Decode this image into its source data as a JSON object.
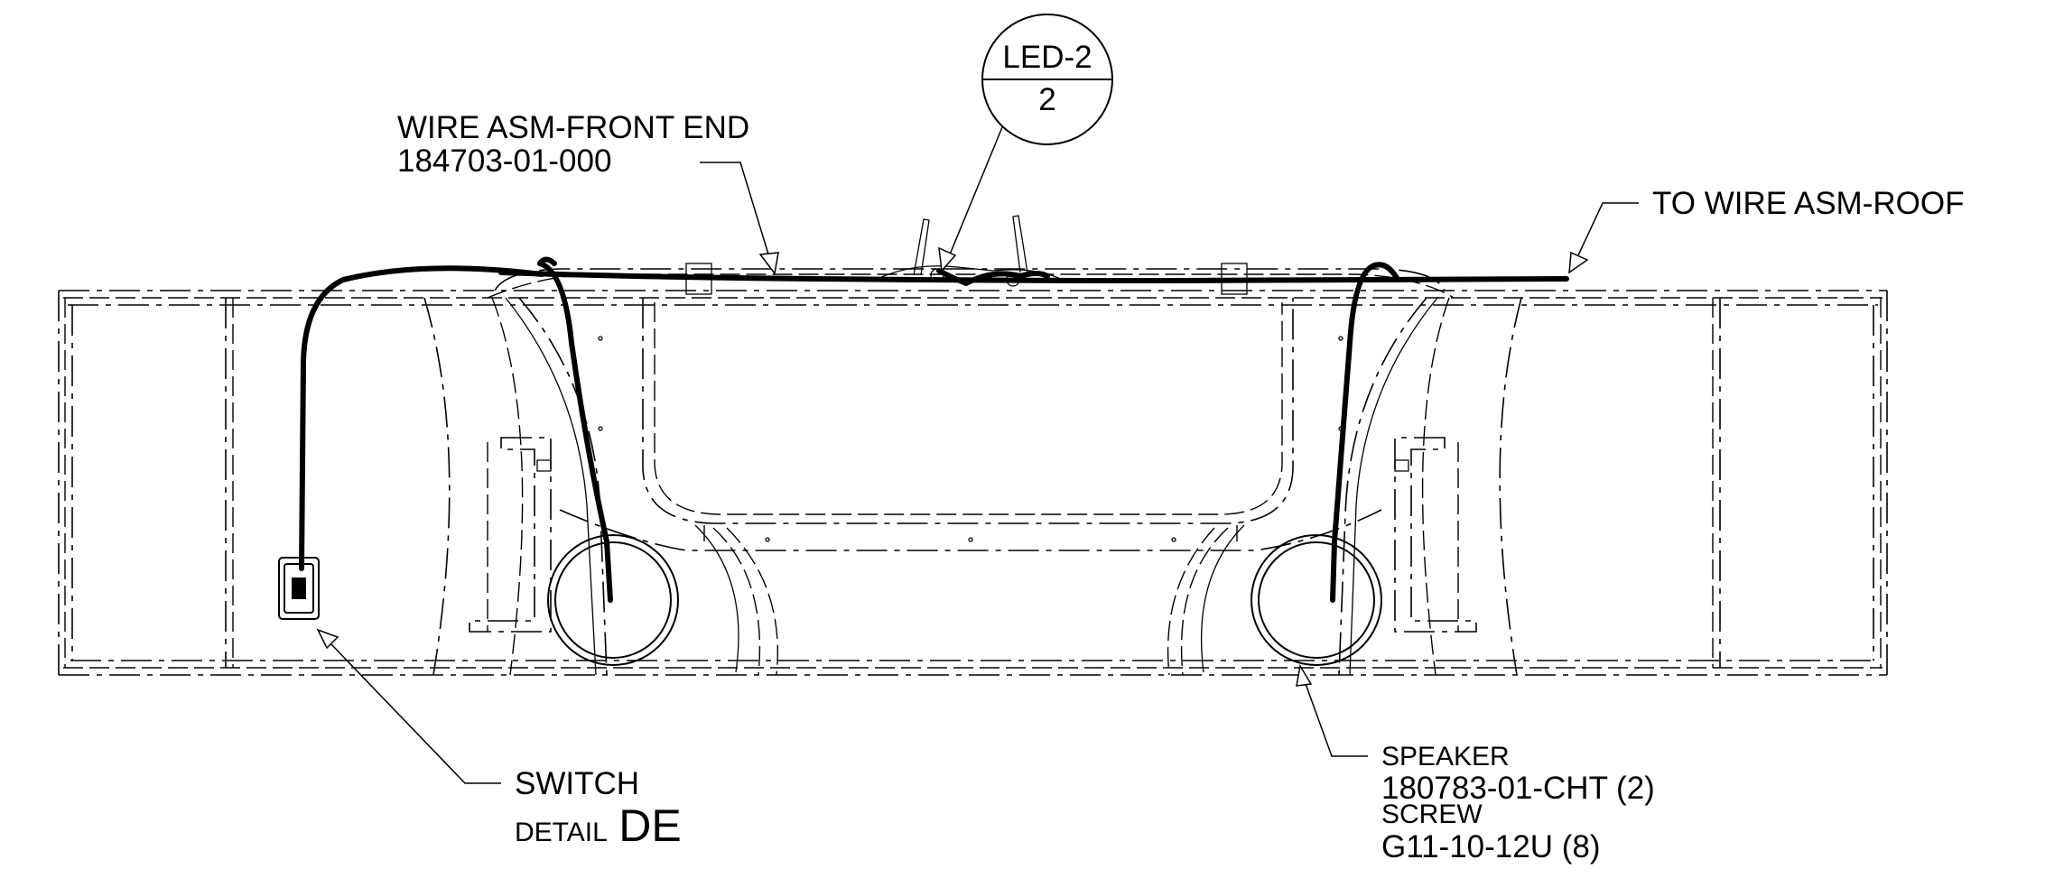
{
  "callouts": {
    "wire_front": {
      "name": "WIRE ASM-FRONT END",
      "part": "184703-01-000"
    },
    "wire_roof": {
      "text": "TO WIRE ASM-ROOF"
    },
    "led_bubble": {
      "top": "LED-2",
      "bottom": "2"
    },
    "switch": {
      "name": "SWITCH"
    },
    "detail": {
      "prefix": "DETAIL",
      "id": "DE"
    },
    "speaker": {
      "name": "SPEAKER",
      "part": "180783-01-CHT (2)"
    },
    "screw": {
      "name": "SCREW",
      "part": "G11-10-12U (8)"
    }
  },
  "colors": {
    "line": "#000000",
    "background": "#ffffff"
  }
}
